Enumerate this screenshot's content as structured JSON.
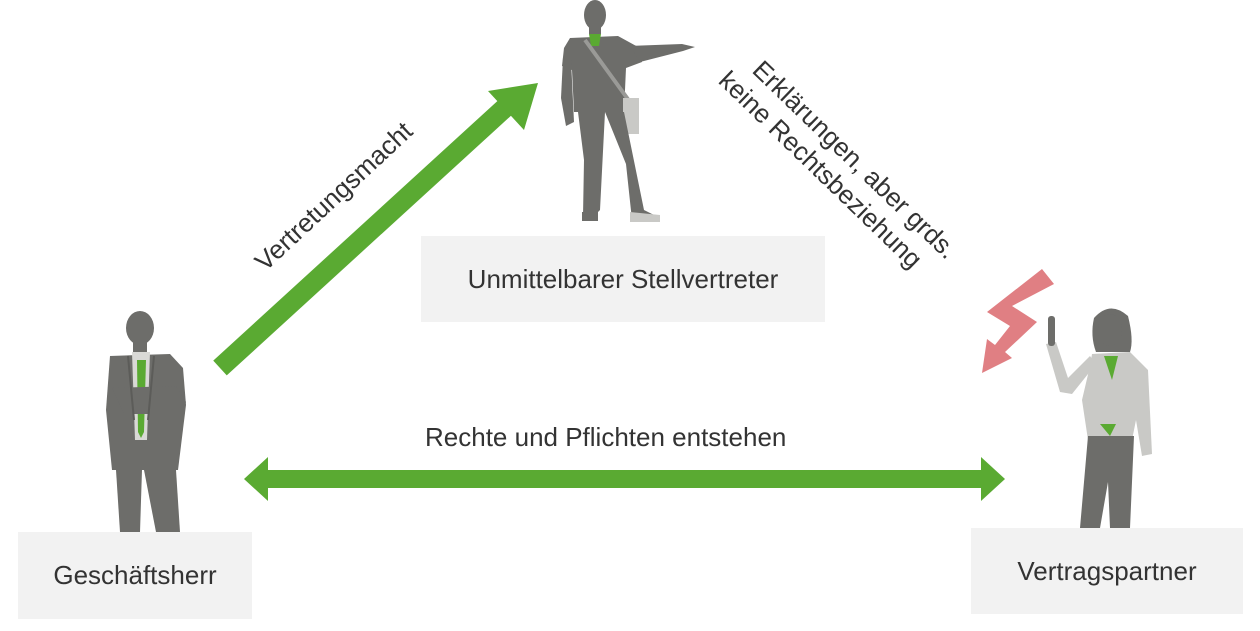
{
  "labels": {
    "agent": "Unmittelbarer Stellvertreter",
    "principal": "Geschäftsherr",
    "partner": "Vertragspartner",
    "power": "Vertretungsmacht",
    "rights": "Rechte und Pflichten entstehen",
    "declarations_line1": "Erklärungen, aber grds.",
    "declarations_line2": "keine Rechtsbeziehung"
  },
  "colors": {
    "arrow_green": "#5aaa32",
    "lightning_red": "#e07f83",
    "figure_dark": "#6d6d6a",
    "figure_light": "#c9c9c6",
    "accent_green": "#5aaa32",
    "box_background": "#f2f2f2",
    "text": "#333333"
  },
  "icons": {
    "agent": "standing-man-pointing-icon",
    "principal": "businessman-arms-crossed-icon",
    "partner": "woman-raising-finger-icon",
    "power_arrow": "diagonal-arrow-icon",
    "rights_arrow": "double-headed-arrow-icon",
    "declarations_arrow": "lightning-arrow-icon"
  }
}
